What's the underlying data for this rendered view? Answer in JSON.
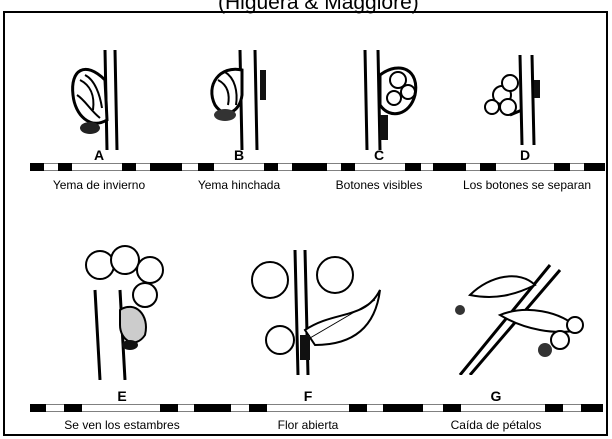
{
  "header": {
    "cut_text": "(Higuera & Maggiore)"
  },
  "stages": [
    {
      "letter": "A",
      "caption": "Yema de invierno",
      "icon": "winter-bud"
    },
    {
      "letter": "B",
      "caption": "Yema hinchada",
      "icon": "swollen-bud"
    },
    {
      "letter": "C",
      "caption": "Botones visibles",
      "icon": "visible-buds"
    },
    {
      "letter": "D",
      "caption": "Los botones se separan",
      "icon": "separating-buds"
    },
    {
      "letter": "E",
      "caption": "Se ven los estambres",
      "icon": "stamens-visible"
    },
    {
      "letter": "F",
      "caption": "Flor abierta",
      "icon": "open-flower"
    },
    {
      "letter": "G",
      "caption": "Caída de pétalos",
      "icon": "petal-fall"
    }
  ]
}
